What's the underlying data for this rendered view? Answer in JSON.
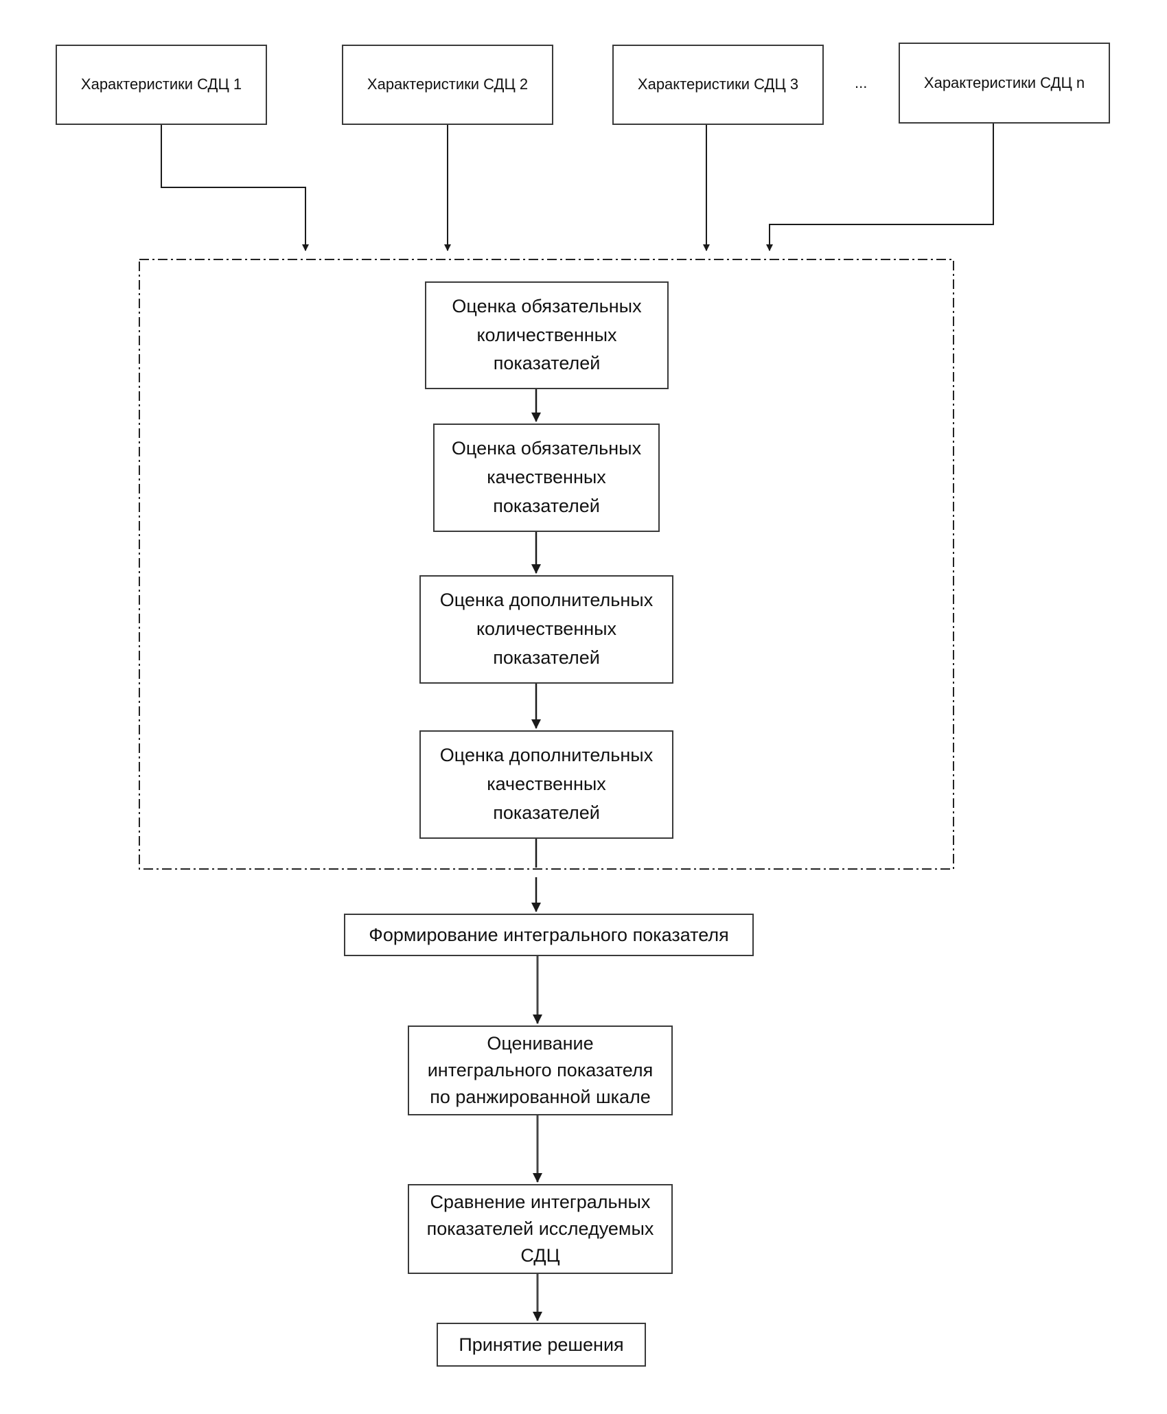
{
  "inputs": [
    {
      "label": "Характеристики СДЦ 1"
    },
    {
      "label": "Характеристики СДЦ 2"
    },
    {
      "label": "Характеристики СДЦ 3"
    },
    {
      "label": "Характеристики СДЦ n"
    }
  ],
  "inputs_ellipsis": "...",
  "evaluation_group": {
    "steps": [
      {
        "label": "Оценка обязательных\nколичественных\nпоказателей"
      },
      {
        "label": "Оценка обязательных\nкачественных\nпоказателей"
      },
      {
        "label": "Оценка дополнительных\nколичественных\nпоказателей"
      },
      {
        "label": "Оценка  дополнительных\nкачественных\nпоказателей"
      }
    ]
  },
  "steps": [
    {
      "label": "Формирование интегрального показателя"
    },
    {
      "label": "Оценивание\nинтегрального показателя\nпо ранжированной шкале"
    },
    {
      "label": "Сравнение интегральных\nпоказателей исследуемых\nСДЦ"
    },
    {
      "label": "Принятие решения"
    }
  ]
}
